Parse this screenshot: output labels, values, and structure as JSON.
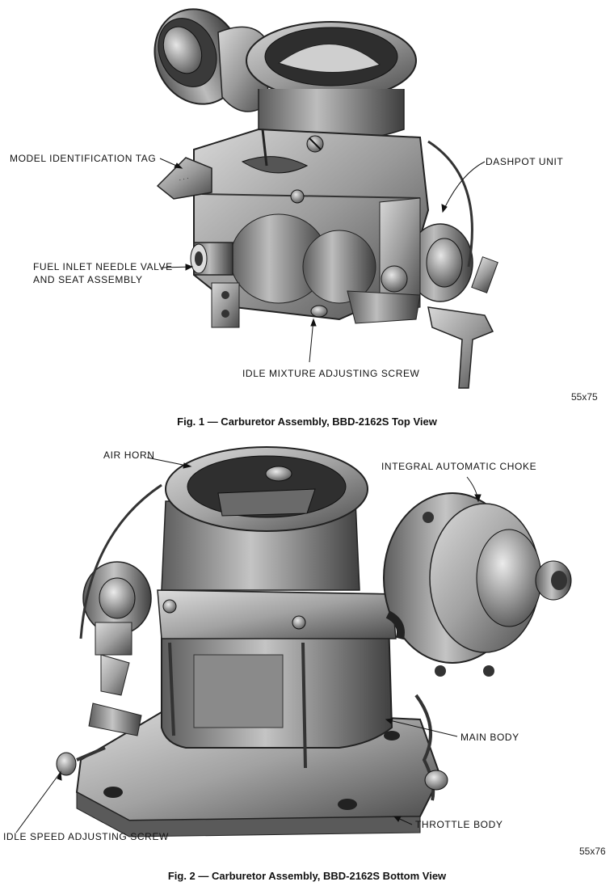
{
  "figure1": {
    "labels": {
      "model_tag": "MODEL IDENTIFICATION TAG",
      "dashpot": "DASHPOT UNIT",
      "fuel_inlet_line1": "FUEL INLET NEEDLE VALVE",
      "fuel_inlet_line2": "AND SEAT ASSEMBLY",
      "idle_mixture": "IDLE MIXTURE ADJUSTING SCREW"
    },
    "code": "55x75",
    "caption": "Fig. 1 — Carburetor Assembly, BBD-2162S Top View"
  },
  "figure2": {
    "labels": {
      "air_horn": "AIR HORN",
      "choke": "INTEGRAL AUTOMATIC CHOKE",
      "main_body": "MAIN BODY",
      "throttle_body": "THROTTLE BODY",
      "idle_speed": "IDLE SPEED ADJUSTING SCREW"
    },
    "code": "55x76",
    "caption": "Fig. 2 — Carburetor Assembly, BBD-2162S Bottom View"
  }
}
